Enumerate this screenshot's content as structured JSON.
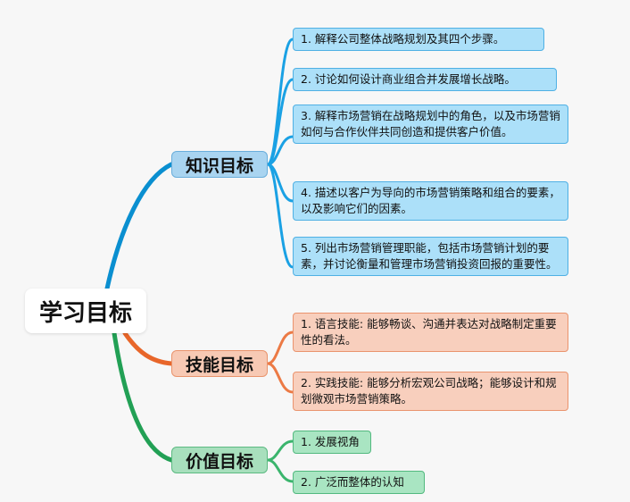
{
  "root": {
    "label": "学习目标"
  },
  "branches": [
    {
      "label": "知识目标",
      "items": [
        "1. 解释公司整体战略规划及其四个步骤。",
        "2. 讨论如何设计商业组合并发展增长战略。",
        "3. 解释市场营销在战略规划中的角色，以及市场营销如何与合作伙伴共同创造和提供客户价值。",
        "4. 描述以客户为导向的市场营销策略和组合的要素，以及影响它们的因素。",
        "5. 列出市场营销管理职能，包括市场营销计划的要素，并讨论衡量和管理市场营销投资回报的重要性。"
      ]
    },
    {
      "label": "技能目标",
      "items": [
        "1. 语言技能: 能够畅谈、沟通并表达对战略制定重要性的看法。",
        "2. 实践技能: 能够分析宏观公司战略；能够设计和规划微观市场营销策略。"
      ]
    },
    {
      "label": "价值目标",
      "items": [
        "1. 发展视角",
        "2. 广泛而整体的认知"
      ]
    }
  ],
  "colors": {
    "knowledge": "#0a8fd0",
    "skill": "#e8662a",
    "value": "#22a055"
  }
}
